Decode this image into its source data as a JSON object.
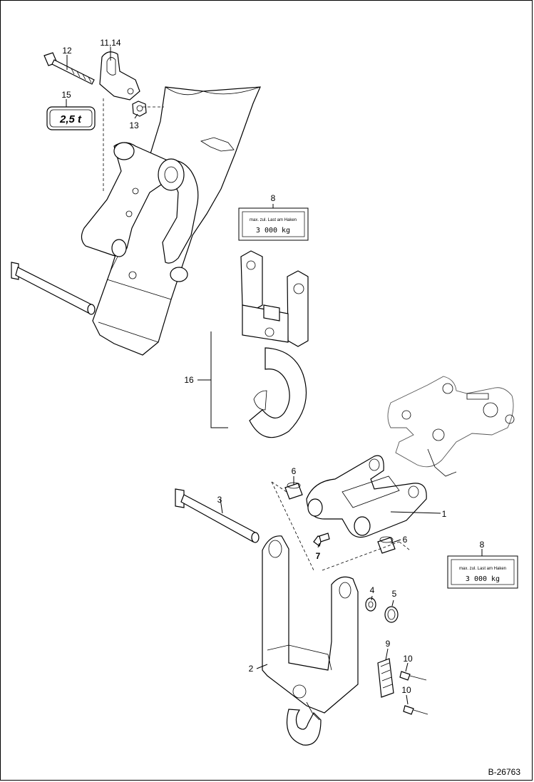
{
  "callouts": [
    {
      "id": "c12",
      "text": "12"
    },
    {
      "id": "c1114",
      "text": "11,14"
    },
    {
      "id": "c15",
      "text": "15"
    },
    {
      "id": "c13",
      "text": "13"
    },
    {
      "id": "c8a",
      "text": "8"
    },
    {
      "id": "c16",
      "text": "16"
    },
    {
      "id": "c6a",
      "text": "6"
    },
    {
      "id": "c3",
      "text": "3"
    },
    {
      "id": "c1",
      "text": "1"
    },
    {
      "id": "c7",
      "text": "7"
    },
    {
      "id": "c6b",
      "text": "6"
    },
    {
      "id": "c8b",
      "text": "8"
    },
    {
      "id": "c4",
      "text": "4"
    },
    {
      "id": "c5",
      "text": "5"
    },
    {
      "id": "c2",
      "text": "2"
    },
    {
      "id": "c9",
      "text": "9"
    },
    {
      "id": "c10a",
      "text": "10"
    },
    {
      "id": "c10b",
      "text": "10"
    }
  ],
  "load_badge": "2,5 t",
  "plates": [
    {
      "title": "max. zul. Last am Haken",
      "value": "3 000 kg"
    },
    {
      "title": "max. zul. Last am Haken",
      "value": "3 000 kg"
    }
  ],
  "drawing_number": "B-26763"
}
